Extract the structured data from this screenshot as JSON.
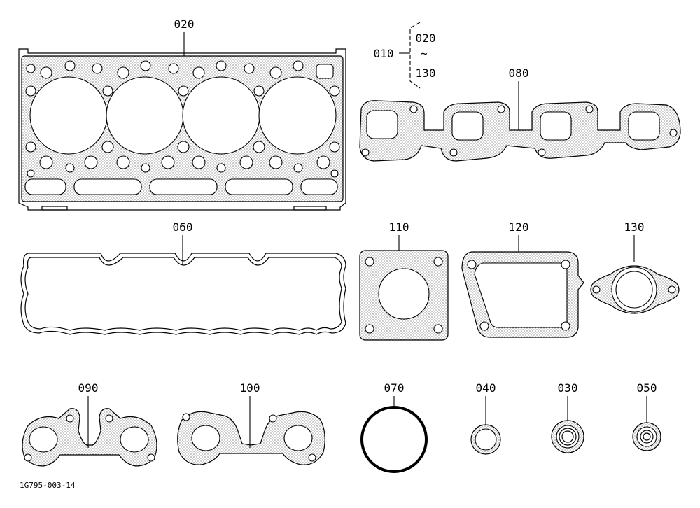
{
  "parts": {
    "p020": "020",
    "p010": "010",
    "p010_from": "020",
    "p010_tilde": "~",
    "p010_to": "130",
    "p080": "080",
    "p060": "060",
    "p110": "110",
    "p120": "120",
    "p130": "130",
    "p090": "090",
    "p100": "100",
    "p070": "070",
    "p040": "040",
    "p030": "030",
    "p050": "050"
  },
  "drawing_code": "1G795-003-14"
}
